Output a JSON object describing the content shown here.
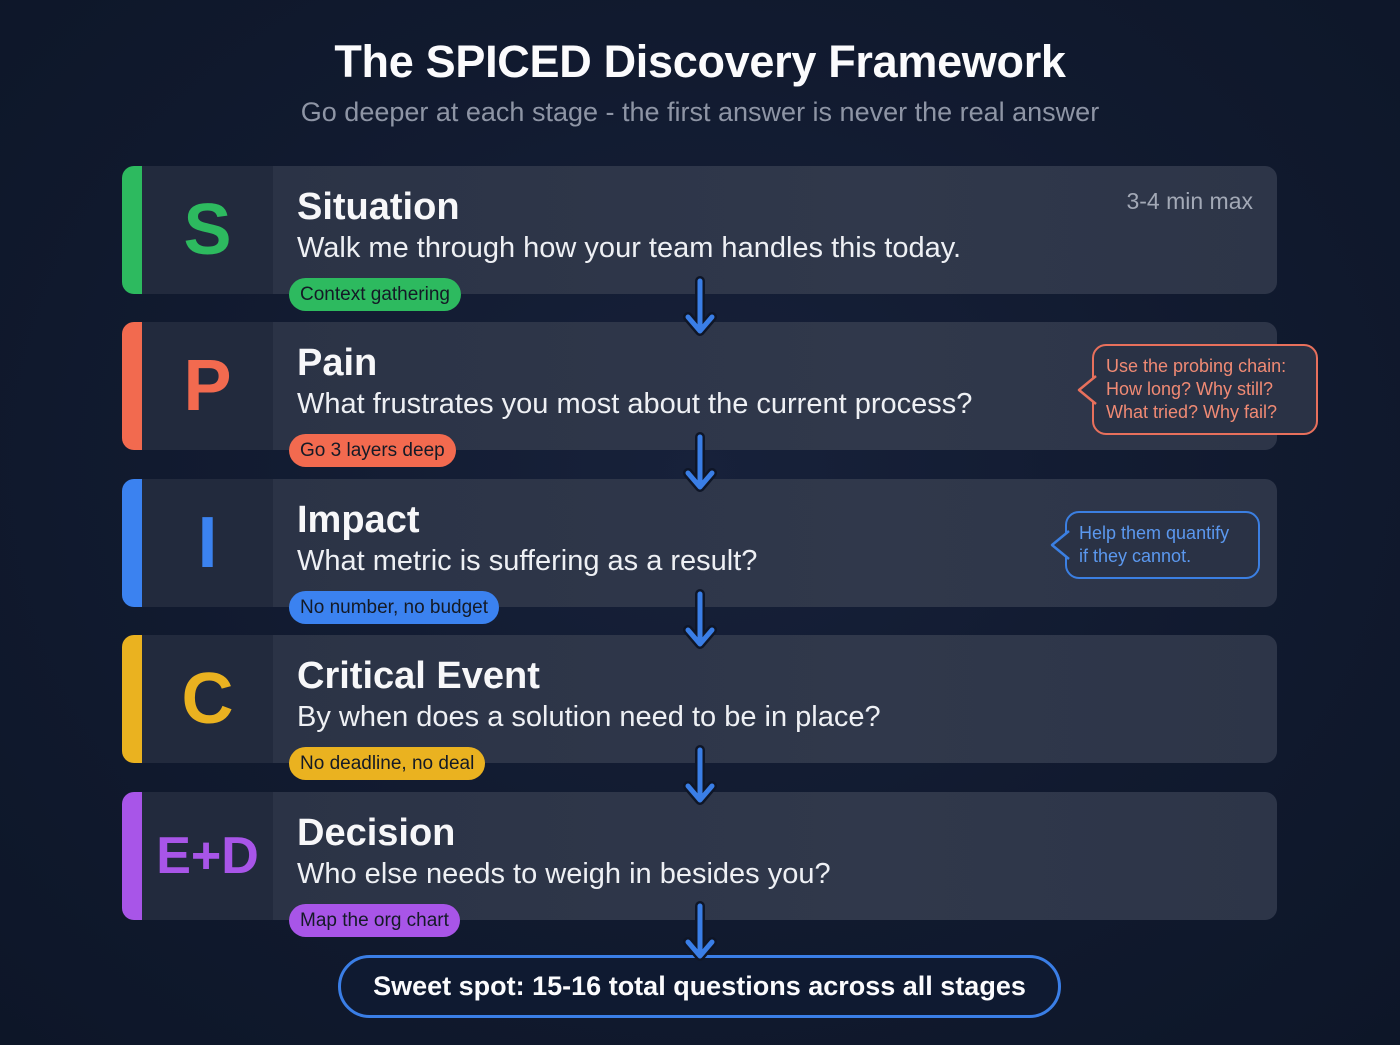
{
  "header": {
    "title": "The SPICED Discovery Framework",
    "subtitle": "Go deeper at each stage - the first answer is never the real answer"
  },
  "colors": {
    "background": "#111a2f",
    "situation": "#2dba5f",
    "pain": "#f26a4f",
    "impact": "#3b82f0",
    "critical_event": "#eab220",
    "decision": "#a855e8",
    "arrow": "#3a7ee6"
  },
  "stages": [
    {
      "letter": "S",
      "name": "Situation",
      "question": "Walk me through how your team handles this today.",
      "tag": "Context gathering",
      "meta": "3-4 min max"
    },
    {
      "letter": "P",
      "name": "Pain",
      "question": "What frustrates you most about the current process?",
      "tag": "Go 3 layers deep",
      "callout": [
        "Use the probing chain:",
        "How long? Why still?",
        "What tried? Why fail?"
      ]
    },
    {
      "letter": "I",
      "name": "Impact",
      "question": "What metric is suffering as a result?",
      "tag": "No number, no budget",
      "callout": [
        "Help them quantify",
        "if they cannot."
      ]
    },
    {
      "letter": "C",
      "name": "Critical Event",
      "question": "By when does a solution need to be in place?",
      "tag": "No deadline, no deal"
    },
    {
      "letter": "E+D",
      "name": "Decision",
      "question": "Who else needs to weigh in besides you?",
      "tag": "Map the org chart"
    }
  ],
  "footer": {
    "text": "Sweet spot: 15-16 total questions across all stages"
  }
}
